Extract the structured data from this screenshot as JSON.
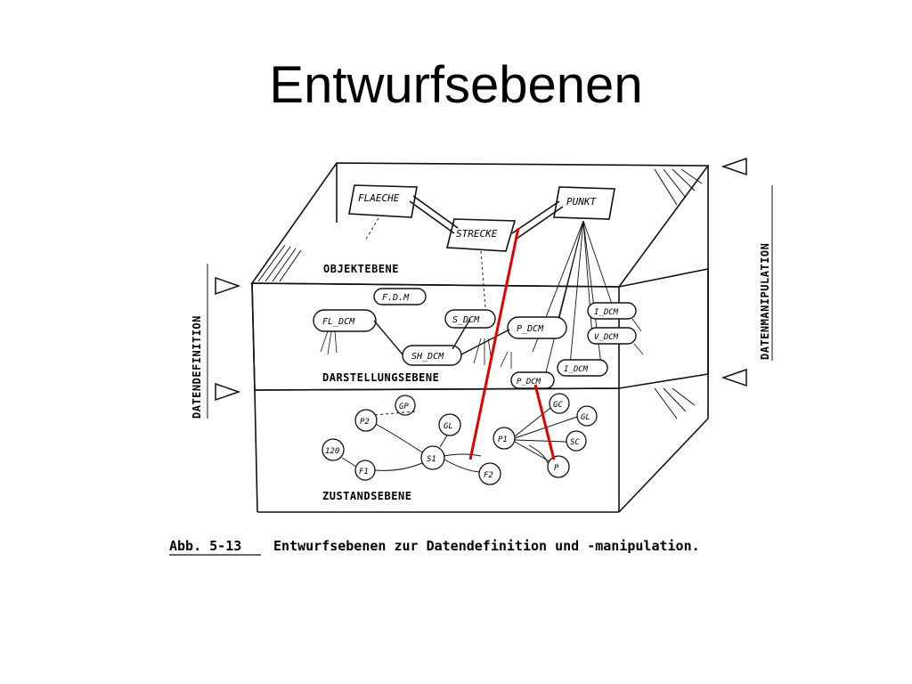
{
  "title": "Entwurfsebenen",
  "layers": {
    "object": "OBJEKTEBENE",
    "presentation": "DARSTELLUNGSEBENE",
    "state": "ZUSTANDSEBENE"
  },
  "side_labels": {
    "left": "DATENDEFINITION",
    "right": "DATENMANIPULATION"
  },
  "object_nodes": [
    "FLAECHE",
    "STRECKE",
    "PUNKT"
  ],
  "presentation_nodes": [
    "F.D.M",
    "FL_DCM",
    "S_DCM",
    "SH_DCM",
    "P_DCM",
    "I_DCM",
    "V_DCM",
    "I_DCM",
    "P_DCM"
  ],
  "state_nodes": [
    "GP",
    "P2",
    "GL",
    "120",
    "F1",
    "S1",
    "F2",
    "P1",
    "GC",
    "GL",
    "SC",
    "P"
  ],
  "caption": {
    "ref": "Abb. 5-13",
    "text": "Entwurfsebenen zur Datendefinition und -manipulation."
  },
  "colors": {
    "highlight": "#e00000",
    "ink": "#111111"
  }
}
